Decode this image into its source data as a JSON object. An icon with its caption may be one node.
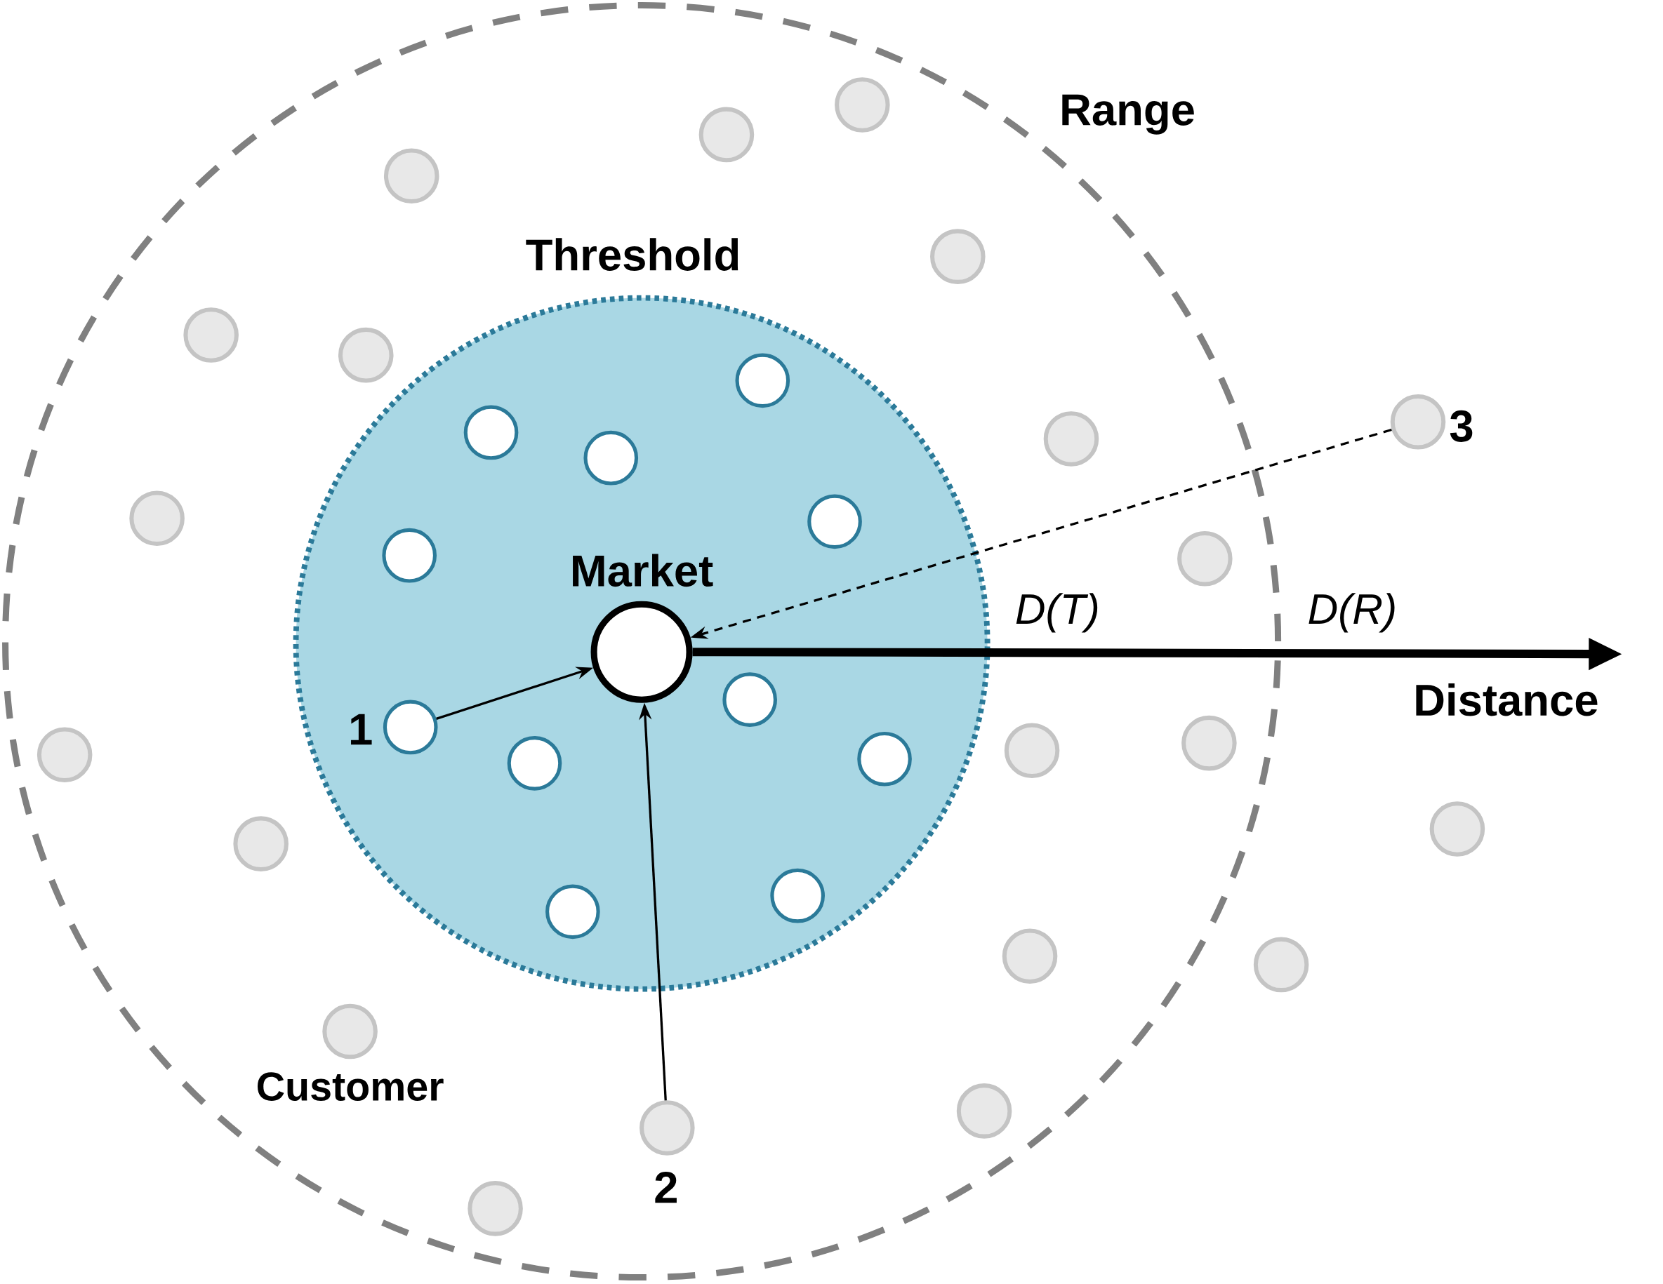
{
  "diagram": {
    "nodes": [
      {
        "text": [
          "Range"
        ]
      },
      {
        "text": [
          "Threshold"
        ],
        "in": 0
      },
      {
        "text": [
          "Market"
        ],
        "in": 1
      },
      {
        "text": [],
        "shape": "circle",
        "in": 1
      },
      {
        "text": [],
        "shape": "circle",
        "in": 1
      },
      {
        "text": [],
        "shape": "circle",
        "in": 1
      },
      {
        "text": [],
        "shape": "circle",
        "in": 1
      },
      {
        "text": [],
        "shape": "circle",
        "in": 1
      },
      {
        "text": [],
        "shape": "circle",
        "in": 1
      },
      {
        "text": [],
        "shape": "circle",
        "in": 1
      },
      {
        "text": [],
        "shape": "circle",
        "in": 1
      },
      {
        "text": [],
        "shape": "circle",
        "in": 1
      },
      {
        "text": [],
        "shape": "circle",
        "in": 1
      },
      {
        "text": [],
        "shape": "circle",
        "in": 1
      },
      {
        "text": [],
        "shape": "circle",
        "in": 0
      },
      {
        "text": [],
        "shape": "circle",
        "in": 0
      },
      {
        "text": [],
        "shape": "circle",
        "in": 0
      },
      {
        "text": [],
        "shape": "circle",
        "in": 0
      },
      {
        "text": [],
        "shape": "circle",
        "in": 0
      },
      {
        "text": [],
        "shape": "circle",
        "in": 0
      },
      {
        "text": [],
        "shape": "circle"
      },
      {
        "text": [],
        "shape": "circle",
        "in": 0
      },
      {
        "text": [],
        "shape": "circle",
        "in": 0
      },
      {
        "text": [],
        "shape": "circle",
        "in": 0
      },
      {
        "text": [],
        "shape": "circle",
        "in": 0
      },
      {
        "text": [],
        "shape": "circle",
        "in": 0
      },
      {
        "text": [],
        "shape": "circle",
        "in": 0
      },
      {
        "text": [],
        "shape": "circle"
      },
      {
        "text": [],
        "shape": "circle",
        "in": 0
      },
      {
        "text": [],
        "shape": "circle",
        "in": 0
      },
      {
        "text": [],
        "shape": "circle"
      },
      {
        "text": [],
        "shape": "circle",
        "in": 0,
        "beside": [
          "Customer"
        ]
      },
      {
        "text": [],
        "shape": "circle",
        "in": 0
      },
      {
        "text": [],
        "shape": "circle",
        "in": 0
      },
      {
        "text": [],
        "shape": "circle",
        "in": 0
      }
    ],
    "edges": [
      {
        "from": 9,
        "to": 2,
        "arrow": "to"
      },
      {
        "from": 33,
        "to": 2,
        "arrow": "to"
      },
      {
        "from": 20,
        "to": 2,
        "arrow": "to",
        "style": "dashed"
      }
    ],
    "labels": [
      "3",
      "D(T)",
      "D(R)",
      "Distance",
      "1",
      "2"
    ]
  }
}
